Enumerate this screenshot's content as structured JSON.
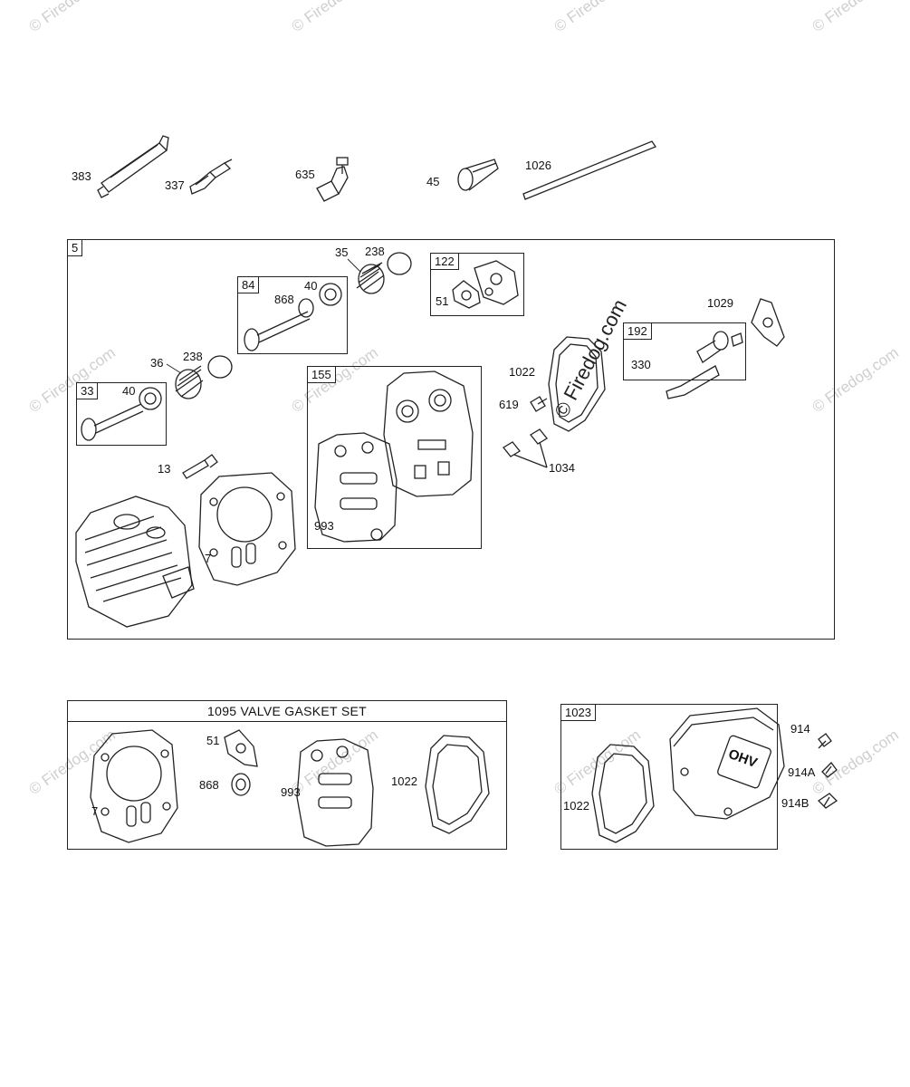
{
  "watermark": {
    "text": "© Firedog.com",
    "center_text": "© Firedog.com"
  },
  "top_parts": {
    "p383": "383",
    "p337": "337",
    "p635": "635",
    "p45": "45",
    "p1026": "1026"
  },
  "head_assembly": {
    "tag": "5",
    "p35": "35",
    "p238_top": "238",
    "kit84": "84",
    "p868": "868",
    "p40_top": "40",
    "kit122": "122",
    "p51": "51",
    "p1029": "1029",
    "kit192": "192",
    "p330": "330",
    "p1022": "1022",
    "p619": "619",
    "p1034": "1034",
    "p36": "36",
    "p238_left": "238",
    "kit33": "33",
    "p40_left": "40",
    "kit155": "155",
    "p993": "993",
    "p13": "13",
    "p7": "7"
  },
  "valve_gasket_set": {
    "title": "1095 VALVE GASKET SET",
    "p7": "7",
    "p51": "51",
    "p868": "868",
    "p993": "993",
    "p1022": "1022"
  },
  "cover_kit": {
    "tag": "1023",
    "p1022": "1022",
    "p914": "914",
    "p914a": "914A",
    "p914b": "914B",
    "cover_logo": "OHV"
  }
}
